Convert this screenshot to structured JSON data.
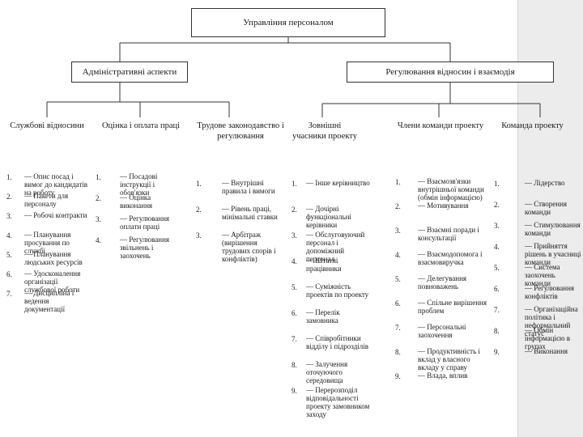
{
  "diagram": {
    "root": "Управління персоналом",
    "level1": [
      "Адміністративні аспекти",
      "Регулювання відносин і взаємодія"
    ],
    "columns": [
      {
        "title": "Службові відносини",
        "items": [
          "Опис посад і вимог до кандидатів на роботу",
          "Пакети для персоналу",
          "Робочі контракти",
          "Планування просування по службі",
          "Планування людських ресурсів",
          "Удосконалення організації службової роботи",
          "Дисципліна і ведення документації"
        ]
      },
      {
        "title": "Оцінка і оплата праці",
        "items": [
          "Посадові інструкції і обов'язки",
          "Оцінка виконання",
          "Регулювання оплати праці",
          "Регулювання звільнень і заохочень"
        ]
      },
      {
        "title": "Трудове законодавство і регулювання",
        "items": [
          "Внутрішні правила і вимоги",
          "Рівень праці, мінімальні ставки",
          "Арбітраж (вирішення трудових спорів і конфліктів)"
        ]
      },
      {
        "title": "Зовнішні учасники проекту",
        "items": [
          "Інше керівництво",
          "Дочірні функціональні керівники",
          "Обслуговуючий персонал і допоміжний персонал",
          "Штатні працівники",
          "Суміжність проектів по проекту",
          "Перелік замовника",
          "Співробітники відділу і підрозділів",
          "Залучення оточуючого середовища",
          "Перерозподіл відповідальності проекту замовником заходу"
        ]
      },
      {
        "title": "Члени команди проекту",
        "items": [
          "Взаємозв'язки внутрішньої команди (обмін інформацією)",
          "Мотивування",
          "Взаємні поради і консультації",
          "Взаємодопомога і взаємовиручка",
          "Делегування повноважень",
          "Спільне вирішення проблем",
          "Персональні заохочення",
          "Продуктивність і вклад у власного вкладу у справу",
          "Влада, вплив"
        ]
      },
      {
        "title": "Команда проекту",
        "items": [
          "Лідерство",
          "Створення команди",
          "Стимулювання команди",
          "Прийняття рішень в учасниці команди",
          "Система заохочень команди",
          "Регулювання конфліктів",
          "Організаційна політика і неформальний статус",
          "Обмін інформацією в групах",
          "Виконання"
        ]
      }
    ]
  }
}
